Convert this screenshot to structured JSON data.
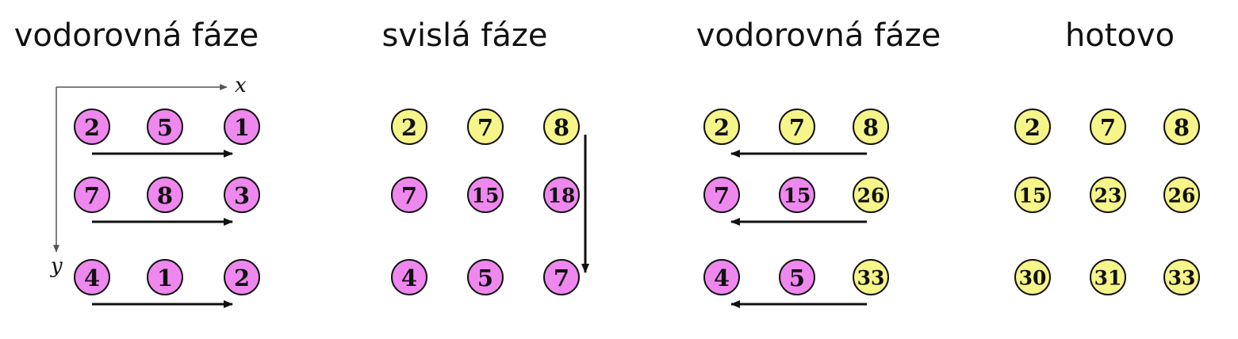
{
  "colors": {
    "pink": "#ee88ee",
    "yellow": "#f6f58a",
    "stroke": "#111111",
    "arrow": "#111111"
  },
  "axes": {
    "x_label": "x",
    "y_label": "y"
  },
  "panels": [
    {
      "title": "vodorovná fáze",
      "grid": [
        [
          {
            "v": "2",
            "c": "pink"
          },
          {
            "v": "5",
            "c": "pink"
          },
          {
            "v": "1",
            "c": "pink"
          }
        ],
        [
          {
            "v": "7",
            "c": "pink"
          },
          {
            "v": "8",
            "c": "pink"
          },
          {
            "v": "3",
            "c": "pink"
          }
        ],
        [
          {
            "v": "4",
            "c": "pink"
          },
          {
            "v": "1",
            "c": "pink"
          },
          {
            "v": "2",
            "c": "pink"
          }
        ]
      ],
      "arrows": "rows-right"
    },
    {
      "title": "svislá fáze",
      "grid": [
        [
          {
            "v": "2",
            "c": "yellow"
          },
          {
            "v": "7",
            "c": "yellow"
          },
          {
            "v": "8",
            "c": "yellow"
          }
        ],
        [
          {
            "v": "7",
            "c": "pink"
          },
          {
            "v": "15",
            "c": "pink"
          },
          {
            "v": "18",
            "c": "pink"
          }
        ],
        [
          {
            "v": "4",
            "c": "pink"
          },
          {
            "v": "5",
            "c": "pink"
          },
          {
            "v": "7",
            "c": "pink"
          }
        ]
      ],
      "arrows": "col-down"
    },
    {
      "title": "vodorovná fáze",
      "grid": [
        [
          {
            "v": "2",
            "c": "yellow"
          },
          {
            "v": "7",
            "c": "yellow"
          },
          {
            "v": "8",
            "c": "yellow"
          }
        ],
        [
          {
            "v": "7",
            "c": "pink"
          },
          {
            "v": "15",
            "c": "pink"
          },
          {
            "v": "26",
            "c": "yellow"
          }
        ],
        [
          {
            "v": "4",
            "c": "pink"
          },
          {
            "v": "5",
            "c": "pink"
          },
          {
            "v": "33",
            "c": "yellow"
          }
        ]
      ],
      "arrows": "rows-left"
    },
    {
      "title": "hotovo",
      "grid": [
        [
          {
            "v": "2",
            "c": "yellow"
          },
          {
            "v": "7",
            "c": "yellow"
          },
          {
            "v": "8",
            "c": "yellow"
          }
        ],
        [
          {
            "v": "15",
            "c": "yellow"
          },
          {
            "v": "23",
            "c": "yellow"
          },
          {
            "v": "26",
            "c": "yellow"
          }
        ],
        [
          {
            "v": "30",
            "c": "yellow"
          },
          {
            "v": "31",
            "c": "yellow"
          },
          {
            "v": "33",
            "c": "yellow"
          }
        ]
      ],
      "arrows": "none"
    }
  ]
}
